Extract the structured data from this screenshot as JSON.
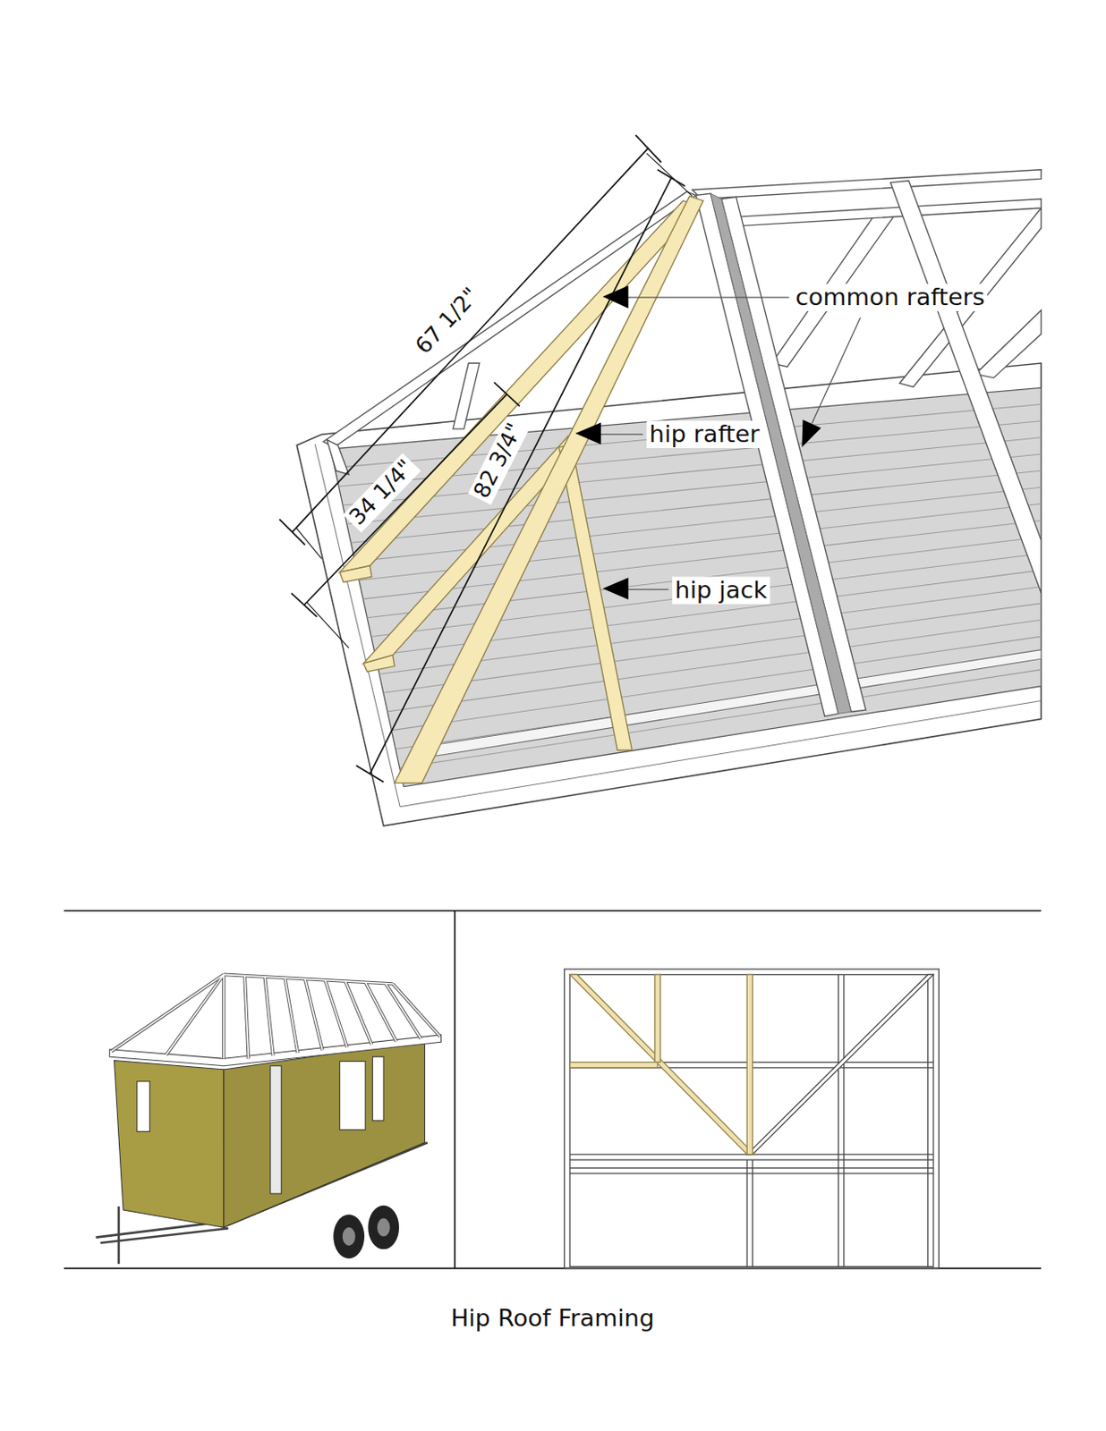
{
  "diagram": {
    "caption": "Hip Roof Framing",
    "labels": [
      "67 1/2\"",
      "34 1/4\"",
      "82 3/4\"",
      "common rafters",
      "hip rafter",
      "hip jack"
    ]
  }
}
